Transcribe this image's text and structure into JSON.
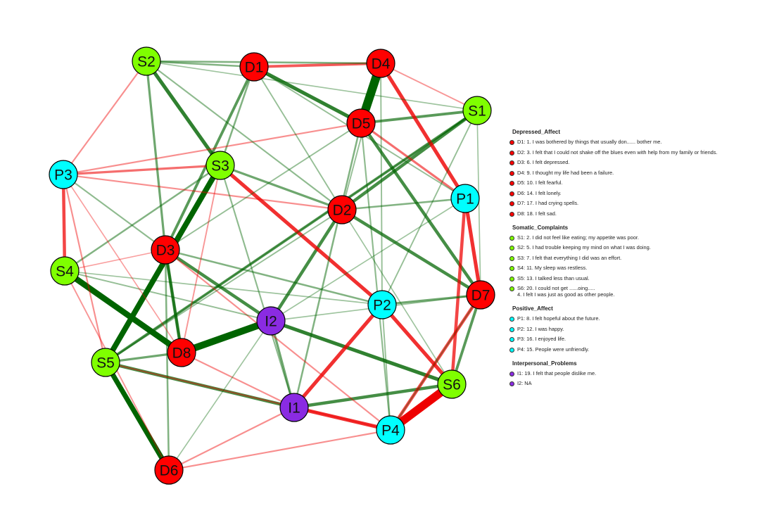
{
  "groups": [
    {
      "title": "Depressed_Affect",
      "color": "#ff0000",
      "items": [
        "D1: 1.  I was bothered by things that usually don...... bother me.",
        "D2: 3.  I felt that I could not shake off the blues even with help from my family or friends.",
        "D3: 6.  I felt depressed.",
        "D4: 9.  I thought my life had been a failure.",
        "D5: 10.  I felt fearful.",
        "D6: 14.  I felt lonely.",
        "D7: 17.  I had crying spells.",
        "D8: 18.  I felt sad."
      ]
    },
    {
      "title": "Somatic_Complaints",
      "color": "#7fff00",
      "items": [
        "S1: 2.  I did not feel like eating; my appetite was poor.",
        "S2: 5.  I had trouble keeping my mind on what I was doing.",
        "S3: 7.  I felt that everything I did was an effort.",
        "S4: 11.  My sleep was restless.",
        "S5: 13.  I talked less than usual.",
        "S6: 20.  I could not get ......oing.....\n4.  I felt I was just as good as other people."
      ]
    },
    {
      "title": "Positive_Affect",
      "color": "#00ffff",
      "items": [
        "P1: 8.  I felt hopeful about the future.",
        "P2: 12.  I was happy.",
        "P3: 16.  I enjoyed life.",
        "P4: 15.  People were unfriendly."
      ]
    },
    {
      "title": "Interpersonal_Problems",
      "color": "#8a2be2",
      "items": [
        "I1: 19.  I felt that people dislike me.",
        "I2: NA"
      ]
    }
  ],
  "nodes": [
    {
      "id": "D1",
      "group": 0
    },
    {
      "id": "D2",
      "group": 0
    },
    {
      "id": "D3",
      "group": 0
    },
    {
      "id": "D4",
      "group": 0
    },
    {
      "id": "D5",
      "group": 0
    },
    {
      "id": "D6",
      "group": 0
    },
    {
      "id": "D7",
      "group": 0
    },
    {
      "id": "D8",
      "group": 0
    },
    {
      "id": "S1",
      "group": 1
    },
    {
      "id": "S2",
      "group": 1
    },
    {
      "id": "S3",
      "group": 1
    },
    {
      "id": "S4",
      "group": 1
    },
    {
      "id": "S5",
      "group": 1
    },
    {
      "id": "S6",
      "group": 1
    },
    {
      "id": "P1",
      "group": 2
    },
    {
      "id": "P2",
      "group": 2
    },
    {
      "id": "P3",
      "group": 2
    },
    {
      "id": "P4",
      "group": 2
    },
    {
      "id": "I1",
      "group": 3
    },
    {
      "id": "I2",
      "group": 3
    }
  ],
  "edge_colors": {
    "positive": "#006400",
    "negative": "#ee0000"
  },
  "edges": [
    [
      "D4",
      "D5",
      0.9,
      "pos"
    ],
    [
      "S6",
      "P4",
      0.85,
      "neg"
    ],
    [
      "S3",
      "S5",
      0.55,
      "pos"
    ],
    [
      "S4",
      "D8",
      0.6,
      "pos"
    ],
    [
      "D8",
      "I2",
      0.7,
      "pos"
    ],
    [
      "S5",
      "D6",
      0.5,
      "pos"
    ],
    [
      "S2",
      "S3",
      0.35,
      "pos"
    ],
    [
      "D1",
      "D5",
      0.35,
      "pos"
    ],
    [
      "S1",
      "D2",
      0.3,
      "pos"
    ],
    [
      "D5",
      "D7",
      0.3,
      "pos"
    ],
    [
      "D2",
      "D7",
      0.3,
      "pos"
    ],
    [
      "I2",
      "S6",
      0.35,
      "pos"
    ],
    [
      "S5",
      "I1",
      0.3,
      "pos"
    ],
    [
      "I1",
      "S6",
      0.3,
      "pos"
    ],
    [
      "D3",
      "D8",
      0.3,
      "pos"
    ],
    [
      "D3",
      "I2",
      0.3,
      "pos"
    ],
    [
      "D2",
      "I2",
      0.3,
      "pos"
    ],
    [
      "D1",
      "D3",
      0.25,
      "pos"
    ],
    [
      "S5",
      "S1",
      0.25,
      "pos"
    ],
    [
      "P3",
      "S3",
      0.2,
      "neg"
    ],
    [
      "S1",
      "D5",
      0.25,
      "pos"
    ],
    [
      "D8",
      "D3",
      0.2,
      "pos"
    ],
    [
      "S2",
      "D3",
      0.2,
      "pos"
    ],
    [
      "S3",
      "D2",
      0.2,
      "pos"
    ],
    [
      "P1",
      "D5",
      0.2,
      "neg"
    ],
    [
      "D7",
      "S6",
      0.25,
      "pos"
    ],
    [
      "D4",
      "P1",
      0.35,
      "neg"
    ],
    [
      "S3",
      "P2",
      0.35,
      "neg"
    ],
    [
      "P1",
      "D7",
      0.35,
      "neg"
    ],
    [
      "P1",
      "S6",
      0.3,
      "neg"
    ],
    [
      "P2",
      "S6",
      0.35,
      "neg"
    ],
    [
      "P2",
      "I1",
      0.35,
      "neg"
    ],
    [
      "I1",
      "P4",
      0.35,
      "neg"
    ],
    [
      "P3",
      "S4",
      0.3,
      "neg"
    ],
    [
      "D7",
      "P4",
      0.3,
      "neg"
    ],
    [
      "D1",
      "D4",
      0.25,
      "neg"
    ],
    [
      "P2",
      "D7",
      0.2,
      "pos"
    ],
    [
      "I1",
      "I2",
      0.2,
      "pos"
    ],
    [
      "D3",
      "P2",
      0.15,
      "pos"
    ],
    [
      "S5",
      "D8",
      0.2,
      "pos"
    ],
    [
      "D3",
      "D6",
      0.15,
      "pos"
    ],
    [
      "S4",
      "S3",
      0.15,
      "pos"
    ],
    [
      "S2",
      "D1",
      0.15,
      "pos"
    ],
    [
      "S2",
      "D4",
      0.15,
      "pos"
    ],
    [
      "D1",
      "S3",
      0.15,
      "pos"
    ],
    [
      "D2",
      "P1",
      0.15,
      "pos"
    ],
    [
      "D5",
      "I1",
      0.15,
      "pos"
    ],
    [
      "S1",
      "S5",
      0.1,
      "pos"
    ],
    [
      "P3",
      "D2",
      0.12,
      "neg"
    ],
    [
      "S2",
      "P3",
      0.12,
      "neg"
    ],
    [
      "P3",
      "D5",
      0.12,
      "neg"
    ],
    [
      "D6",
      "I1",
      0.12,
      "neg"
    ],
    [
      "D6",
      "P4",
      0.12,
      "neg"
    ],
    [
      "D8",
      "I1",
      0.12,
      "neg"
    ],
    [
      "S5",
      "P4",
      0.12,
      "neg"
    ],
    [
      "D3",
      "P4",
      0.12,
      "neg"
    ],
    [
      "D5",
      "P4",
      0.12,
      "pos"
    ],
    [
      "S2",
      "D2",
      0.12,
      "pos"
    ],
    [
      "S3",
      "I1",
      0.12,
      "pos"
    ],
    [
      "P3",
      "D3",
      0.12,
      "pos"
    ],
    [
      "P3",
      "S5",
      0.12,
      "neg"
    ],
    [
      "D1",
      "P1",
      0.1,
      "pos"
    ],
    [
      "D4",
      "S1",
      0.1,
      "neg"
    ],
    [
      "S1",
      "P2",
      0.1,
      "pos"
    ],
    [
      "D4",
      "P2",
      0.1,
      "pos"
    ],
    [
      "S4",
      "D6",
      0.1,
      "neg"
    ],
    [
      "S4",
      "I2",
      0.1,
      "pos"
    ],
    [
      "D2",
      "S5",
      0.1,
      "pos"
    ],
    [
      "D5",
      "D3",
      0.1,
      "pos"
    ],
    [
      "S3",
      "D8",
      0.1,
      "neg"
    ],
    [
      "D1",
      "D2",
      0.1,
      "pos"
    ],
    [
      "D4",
      "D2",
      0.1,
      "pos"
    ],
    [
      "D6",
      "I2",
      0.08,
      "pos"
    ],
    [
      "P1",
      "I2",
      0.08,
      "pos"
    ],
    [
      "S4",
      "P2",
      0.08,
      "pos"
    ],
    [
      "D7",
      "P4",
      0.08,
      "pos"
    ],
    [
      "P3",
      "D8",
      0.08,
      "neg"
    ],
    [
      "S4",
      "D3",
      0.08,
      "neg"
    ],
    [
      "P2",
      "P4",
      0.1,
      "pos"
    ],
    [
      "D7",
      "I2",
      0.08,
      "pos"
    ],
    [
      "S1",
      "D7",
      0.08,
      "pos"
    ],
    [
      "S6",
      "D2",
      0.08,
      "pos"
    ],
    [
      "S2",
      "S1",
      0.08,
      "pos"
    ]
  ]
}
